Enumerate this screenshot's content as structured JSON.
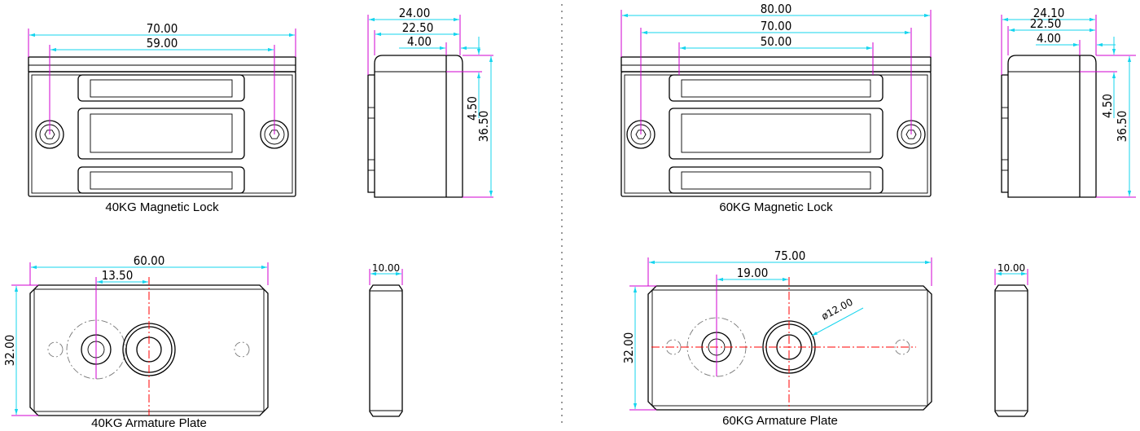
{
  "diagram": {
    "captions": {
      "lock40": "40KG Magnetic Lock",
      "lock60": "60KG Magnetic Lock",
      "plate40": "40KG Armature Plate",
      "plate60": "60KG Armature Plate"
    },
    "dims": {
      "lock40_total": "70.00",
      "lock40_holes": "59.00",
      "lock40_side_w1": "24.00",
      "lock40_side_w2": "22.50",
      "lock40_side_w3": "4.00",
      "lock40_side_h1": "4.50",
      "lock40_side_h2": "36.50",
      "lock60_total": "80.00",
      "lock60_holes": "70.00",
      "lock60_inner": "50.00",
      "lock60_side_w1": "24.10",
      "lock60_side_w2": "22.50",
      "lock60_side_w3": "4.00",
      "lock60_side_h1": "4.50",
      "lock60_side_h2": "36.50",
      "plate40_total": "60.00",
      "plate40_offset": "13.50",
      "plate40_height": "32.00",
      "plate40_thick": "10.00",
      "plate60_total": "75.00",
      "plate60_offset": "19.00",
      "plate60_height": "32.00",
      "plate60_dia": "ø12.00",
      "plate60_thick": "10.00"
    }
  }
}
